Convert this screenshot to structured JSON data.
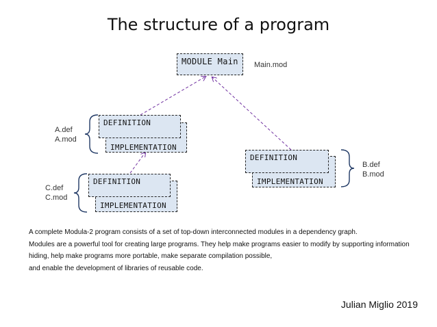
{
  "title": "The structure of a program",
  "main_module": {
    "label": "MODULE Main",
    "file": "Main.mod"
  },
  "module_a": {
    "definition": "DEFINITION",
    "implementation": "IMPLEMENTATION",
    "files": [
      "A.def",
      "A.mod"
    ]
  },
  "module_b": {
    "definition": "DEFINITION",
    "implementation": "IMPLEMENTATION",
    "files": [
      "B.def",
      "B.mod"
    ]
  },
  "module_c": {
    "definition": "DEFINITION",
    "implementation": "IMPLEMENTATION",
    "files": [
      "C.def",
      "C.mod"
    ]
  },
  "description": [
    "A complete Modula-2 program consists of a set of top-down interconnected modules in a dependency graph.",
    "Modules are a powerful tool for creating large programs. They help make programs easier to modify by supporting information",
    "hiding,  help make programs more portable, make separate compilation possible,",
    "and enable the development of libraries of reusable code."
  ],
  "author": "Julian Miglio 2019",
  "colors": {
    "box_fill": "#dce6f2",
    "arrow": "#7030a0",
    "brace": "#1f3864"
  }
}
